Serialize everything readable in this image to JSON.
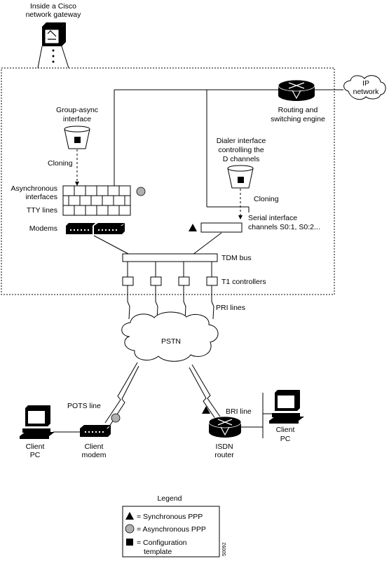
{
  "gateway": {
    "label_line1": "Inside a Cisco",
    "label_line2": "network gateway"
  },
  "ip_network": {
    "label_line1": "IP",
    "label_line2": "network"
  },
  "routing_engine": {
    "label_line1": "Routing and",
    "label_line2": "switching engine"
  },
  "group_async": {
    "label_line1": "Group-async",
    "label_line2": "interface",
    "cloning": "Cloning"
  },
  "dialer": {
    "label_line1": "Dialer interface",
    "label_line2": "controlling the",
    "label_line3": "D channels",
    "cloning": "Cloning"
  },
  "left_labels": {
    "async_line1": "Asynchronous",
    "async_line2": "interfaces",
    "tty": "TTY lines",
    "modems": "Modems"
  },
  "serial": {
    "label_line1": "Serial interface",
    "label_line2": "channels S0:1, S0:2..."
  },
  "tdm_bus": "TDM bus",
  "t1_controllers": "T1 controllers",
  "pri_lines": "PRI lines",
  "pstn": "PSTN",
  "pots_line": "POTS line",
  "bri_line": "BRI line",
  "client_pc_left": {
    "line1": "Client",
    "line2": "PC"
  },
  "client_modem": {
    "line1": "Client",
    "line2": "modem"
  },
  "isdn_router": {
    "line1": "ISDN",
    "line2": "router"
  },
  "client_pc_right": {
    "line1": "Client",
    "line2": "PC"
  },
  "legend": {
    "title": "Legend",
    "items": [
      {
        "symbol": "triangle",
        "text": "= Synchronous PPP"
      },
      {
        "symbol": "circle",
        "text": "= Asynchronous PPP"
      },
      {
        "symbol": "square",
        "text_line1": "= Configuration",
        "text_line2": "template"
      }
    ]
  },
  "figure_id": "50092",
  "colors": {
    "line": "#000000",
    "async_marker": "#b0b0b0",
    "background": "#ffffff"
  },
  "icons": {
    "gateway": "gateway-box-icon",
    "router": "router-icon",
    "cloud": "cloud-icon",
    "template": "template-cylinder-icon",
    "modem": "modem-icon",
    "pc": "pc-icon",
    "lightning": "lightning-link-icon"
  }
}
